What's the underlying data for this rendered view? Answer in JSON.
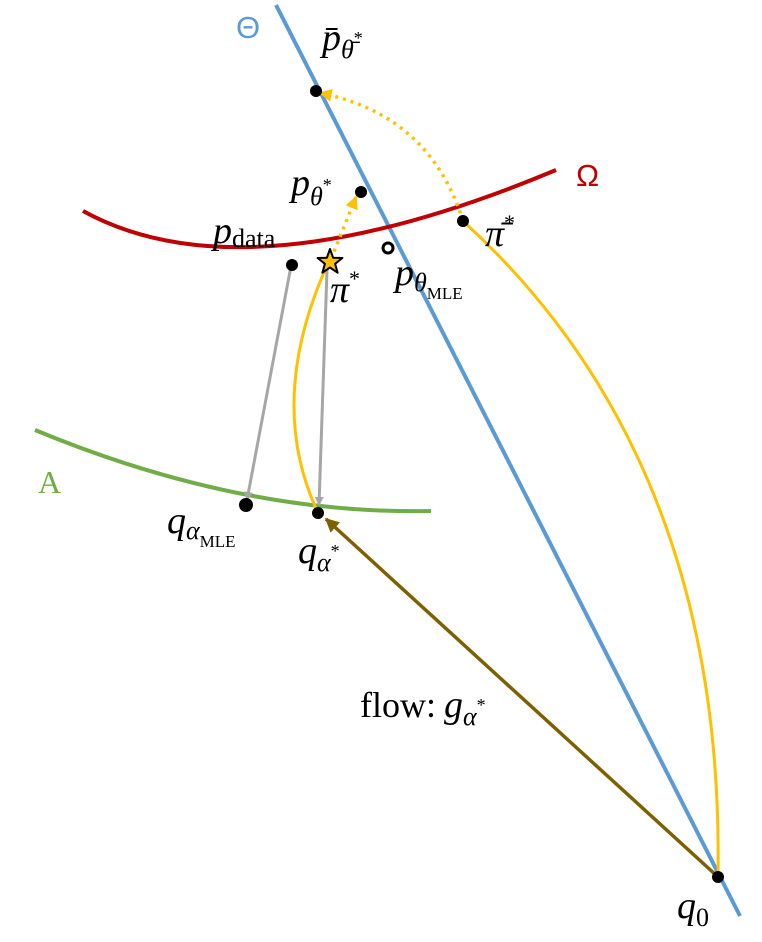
{
  "colors": {
    "theta": "#5b9bd5",
    "omega": "#c00000",
    "alpha": "#70ad47",
    "yellow": "#ffc000",
    "gray": "#a6a6a6",
    "flow": "#7f6000",
    "point": "#000000",
    "star": "#ffc000"
  },
  "sets": {
    "theta": "Θ",
    "omega": "Ω",
    "alpha": "A"
  },
  "labels": {
    "pbar_theta_star": {
      "base": "p̄",
      "sub": "θ̄",
      "sup": "*"
    },
    "p_theta_star": {
      "base": "p",
      "sub": "θ",
      "sup": "*"
    },
    "p_data": {
      "base": "p",
      "sub": "data"
    },
    "pi_star": {
      "base": "π",
      "sup": "*"
    },
    "p_theta_mle": {
      "base": "p",
      "sub": "θ",
      "subsub": "MLE"
    },
    "pibar_star": {
      "base": "π̄",
      "sup": "*"
    },
    "q_alpha_mle": {
      "base": "q",
      "sub": "α",
      "subsub": "MLE"
    },
    "q_alpha_star": {
      "base": "q",
      "sub": "α",
      "sup": "*"
    },
    "flow": {
      "prefix": "flow:",
      "base": "g",
      "sub": "α",
      "sup": "*"
    },
    "q0": {
      "base": "q",
      "sub": "0"
    }
  }
}
